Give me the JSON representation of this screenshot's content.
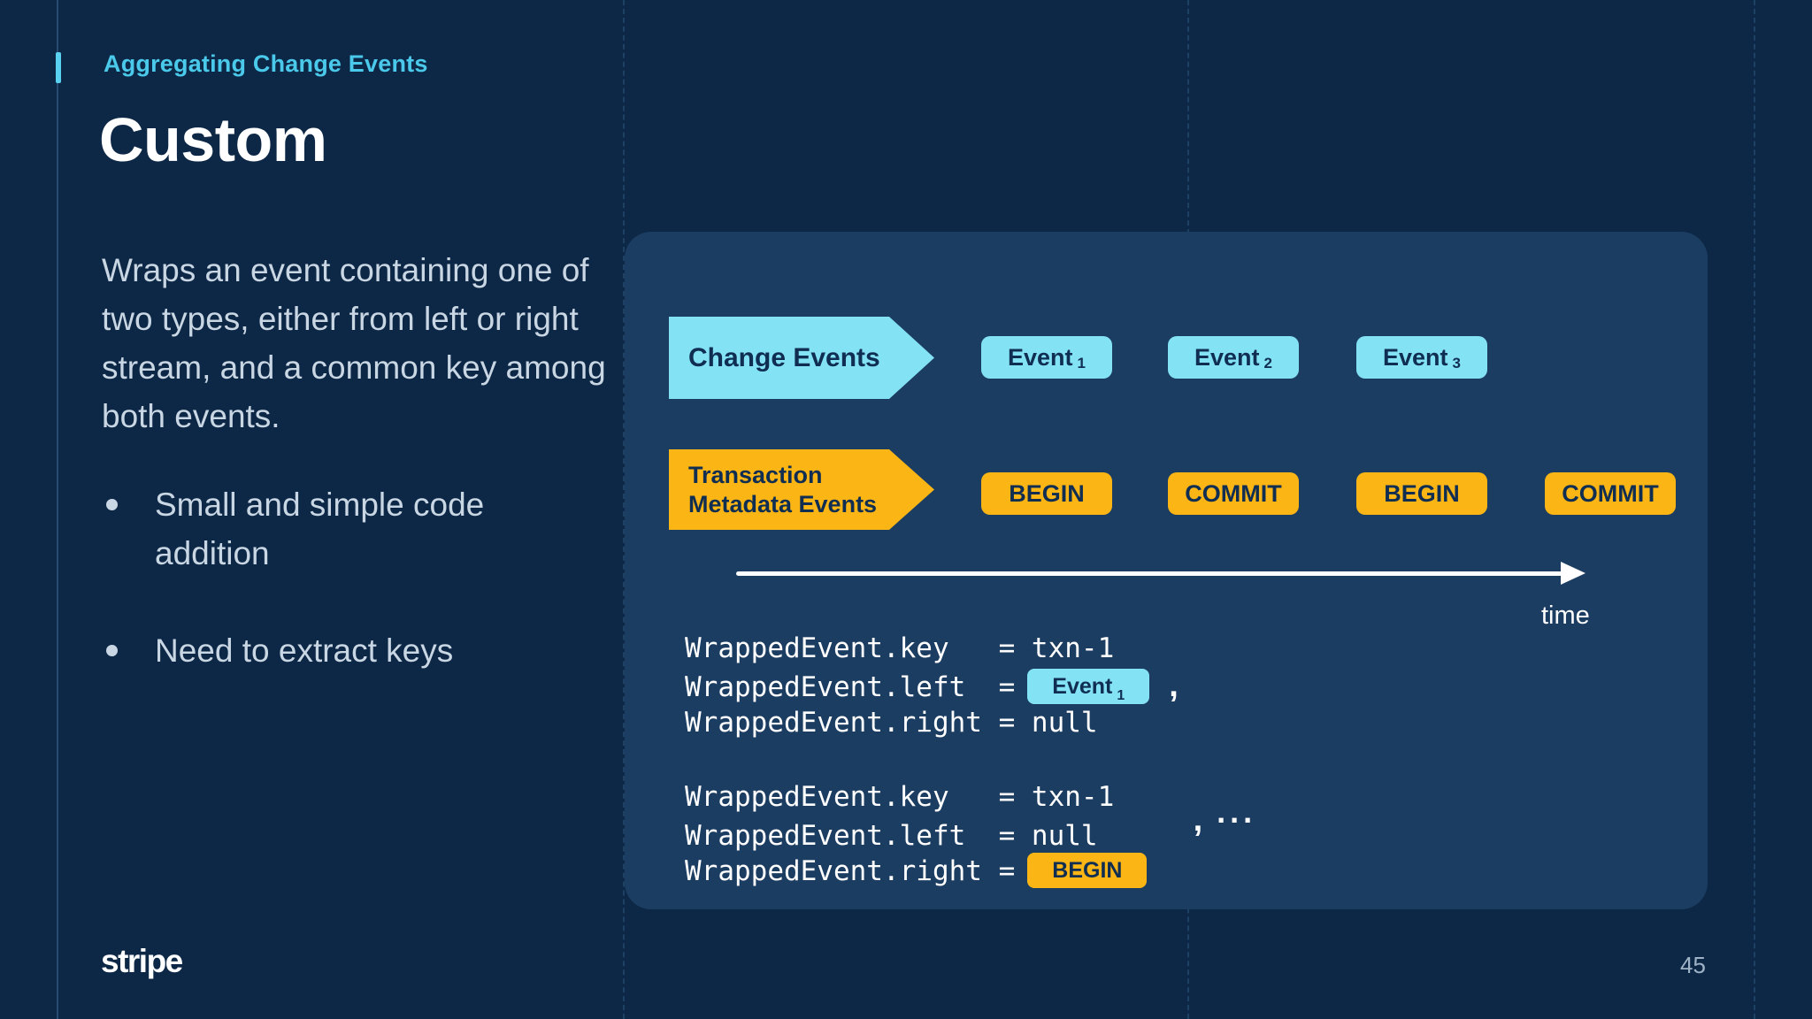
{
  "slide": {
    "eyebrow": "Aggregating Change Events",
    "title": "Custom",
    "paragraph": "Wraps an event containing one of two types, either from left or right stream, and a common key among both events.",
    "bullets": [
      {
        "text": "Small and simple code addition"
      },
      {
        "text": "Need to extract keys"
      }
    ],
    "footer": {
      "logo": "stripe",
      "page_number": "45"
    }
  },
  "diagram": {
    "change_events_arrow_label": "Change Events",
    "transaction_arrow": {
      "line1": "Transaction",
      "line2": "Metadata Events"
    },
    "change_events": [
      {
        "label": "Event",
        "sub": "1"
      },
      {
        "label": "Event",
        "sub": "2"
      },
      {
        "label": "Event",
        "sub": "3"
      }
    ],
    "metadata_events": [
      "BEGIN",
      "COMMIT",
      "BEGIN",
      "COMMIT"
    ],
    "time_label": "time",
    "code_block_1": {
      "line1": "WrappedEvent.key   = txn-1",
      "line2_prefix": "WrappedEvent.left  =",
      "line2_badge_label": "Event",
      "line2_badge_sub": "1",
      "line2_suffix": ",",
      "line3": "WrappedEvent.right = null"
    },
    "code_block_2": {
      "line1": "WrappedEvent.key   = txn-1",
      "line2": "WrappedEvent.left  = null",
      "side_comma": ",",
      "side_dots": "...",
      "line3_prefix": "WrappedEvent.right =",
      "line3_badge": "BEGIN"
    },
    "colors": {
      "background": "#0D2846",
      "panel": "#1C3D62",
      "cyan": "#84E2F5",
      "orange": "#FBB515",
      "accent_cyan": "#4AC9EA",
      "navy_text": "#0F2E52",
      "body_text": "#C9D6E3",
      "white": "#FFFFFF"
    }
  }
}
